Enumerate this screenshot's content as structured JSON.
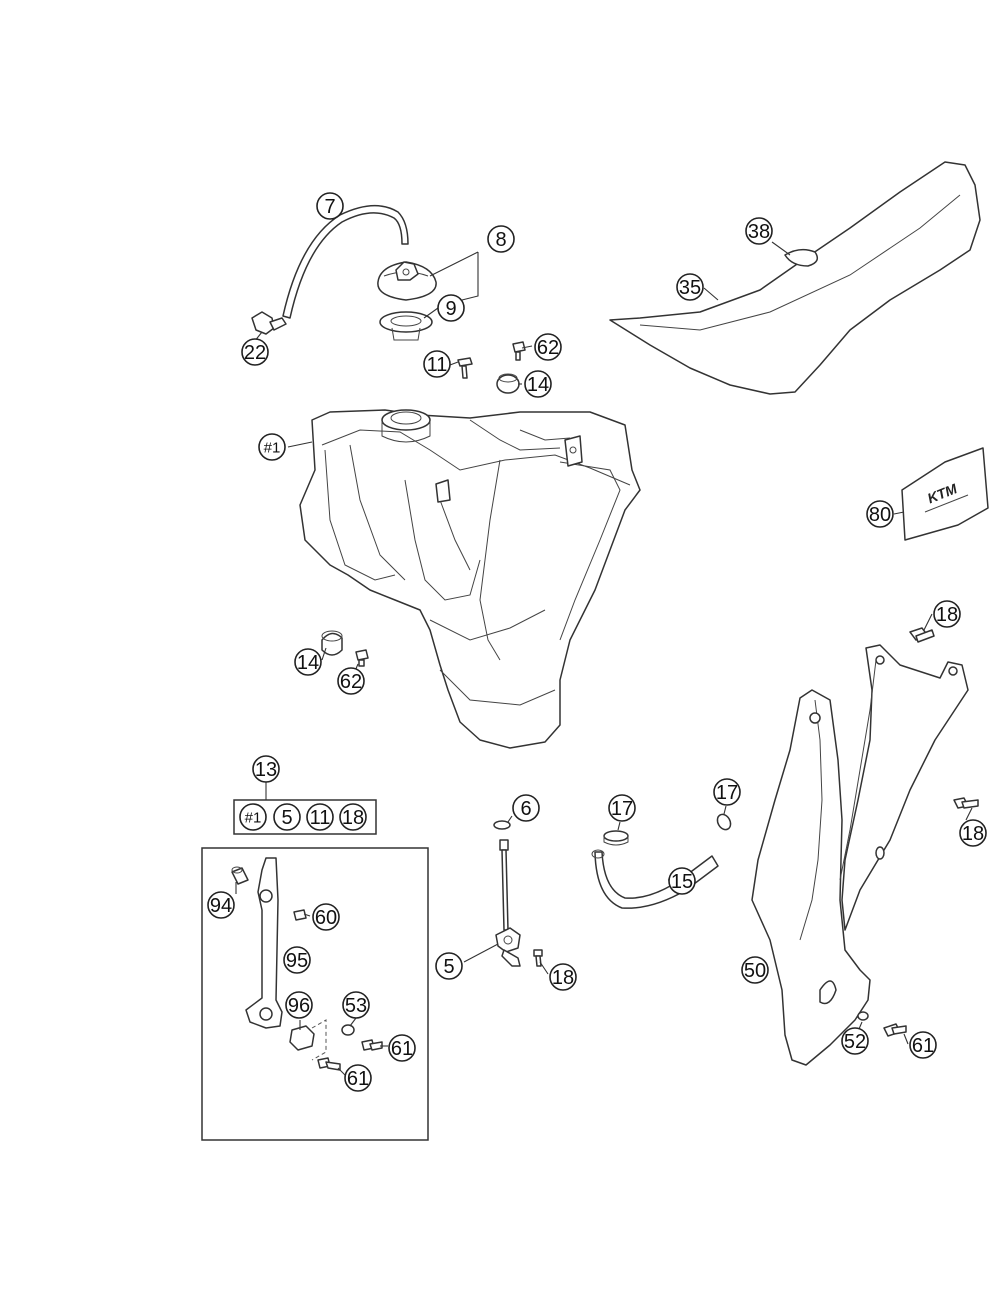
{
  "diagram": {
    "callouts": [
      {
        "id": "c7",
        "label": "7"
      },
      {
        "id": "c8",
        "label": "8"
      },
      {
        "id": "c9",
        "label": "9"
      },
      {
        "id": "c22",
        "label": "22"
      },
      {
        "id": "c62a",
        "label": "62"
      },
      {
        "id": "c11",
        "label": "11"
      },
      {
        "id": "c14a",
        "label": "14"
      },
      {
        "id": "c38",
        "label": "38"
      },
      {
        "id": "c35",
        "label": "35"
      },
      {
        "id": "c1",
        "label": "#1"
      },
      {
        "id": "c80",
        "label": "80"
      },
      {
        "id": "c18a",
        "label": "18"
      },
      {
        "id": "c14b",
        "label": "14"
      },
      {
        "id": "c62b",
        "label": "62"
      },
      {
        "id": "c13",
        "label": "13"
      },
      {
        "id": "c6",
        "label": "6"
      },
      {
        "id": "c17a",
        "label": "17"
      },
      {
        "id": "c17b",
        "label": "17"
      },
      {
        "id": "c18b",
        "label": "18"
      },
      {
        "id": "c15",
        "label": "15"
      },
      {
        "id": "c94",
        "label": "94"
      },
      {
        "id": "c60",
        "label": "60"
      },
      {
        "id": "c95",
        "label": "95"
      },
      {
        "id": "c96",
        "label": "96"
      },
      {
        "id": "c53",
        "label": "53"
      },
      {
        "id": "c61a",
        "label": "61"
      },
      {
        "id": "c61b",
        "label": "61"
      },
      {
        "id": "c5",
        "label": "5"
      },
      {
        "id": "c18c",
        "label": "18"
      },
      {
        "id": "c50",
        "label": "50"
      },
      {
        "id": "c52",
        "label": "52"
      },
      {
        "id": "c61c",
        "label": "61"
      }
    ],
    "kit_contents": [
      {
        "id": "k1",
        "label": "#1"
      },
      {
        "id": "k5",
        "label": "5"
      },
      {
        "id": "k11",
        "label": "11"
      },
      {
        "id": "k18",
        "label": "18"
      }
    ],
    "logo_text": "KTM"
  }
}
